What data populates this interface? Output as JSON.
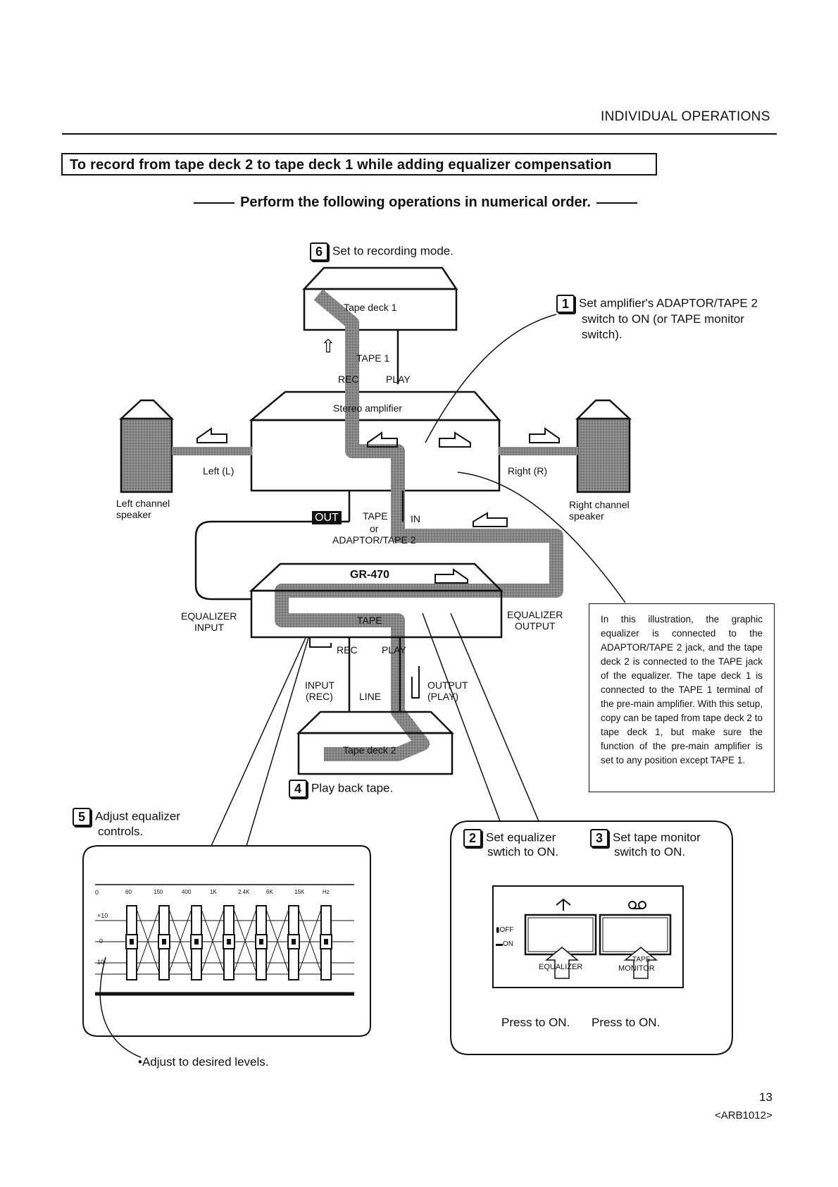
{
  "header": {
    "section": "INDIVIDUAL OPERATIONS"
  },
  "title": "To record from tape deck 2 to tape deck 1 while adding equalizer compensation",
  "subtitle": "Perform the following operations in numerical order.",
  "steps": {
    "s6": {
      "num": "6",
      "text": "Set to recording mode."
    },
    "s1": {
      "num": "1",
      "line1": "Set amplifier's ADAPTOR/TAPE 2",
      "line2": "switch to ON (or TAPE monitor",
      "line3": "switch)."
    },
    "s4": {
      "num": "4",
      "text": "Play back tape."
    },
    "s5": {
      "num": "5",
      "line1": "Adjust equalizer",
      "line2": "controls."
    },
    "s2": {
      "num": "2",
      "line1": "Set equalizer",
      "line2": "swtich to ON."
    },
    "s3": {
      "num": "3",
      "line1": "Set tape monitor",
      "line2": "switch to ON."
    }
  },
  "diagram": {
    "tape_deck_1": "Tape deck 1",
    "tape1": "TAPE 1",
    "rec": "REC",
    "play": "PLAY",
    "stereo_amp": "Stereo amplifier",
    "left_l": "Left (L)",
    "right_r": "Right (R)",
    "left_speaker_1": "Left channel",
    "left_speaker_2": "speaker",
    "right_speaker_1": "Right channel",
    "right_speaker_2": "speaker",
    "out": "OUT",
    "in": "IN",
    "tape": "TAPE",
    "or": "or",
    "adaptor_tape2": "ADAPTOR/TAPE 2",
    "gr470": "GR-470",
    "eq_input_1": "EQUALIZER",
    "eq_input_2": "INPUT",
    "eq_output_1": "EQUALIZER",
    "eq_output_2": "OUTPUT",
    "eq_tape": "TAPE",
    "rec2": "REC",
    "play2": "PLAY",
    "input_rec_1": "INPUT",
    "input_rec_2": "(REC)",
    "line": "LINE",
    "output_play_1": "OUTPUT",
    "output_play_2": "(PLAY)",
    "tape_deck_2": "Tape deck 2"
  },
  "eq_panel": {
    "freqs": [
      "60",
      "150",
      "400",
      "1K",
      "2.4K",
      "6K",
      "15K",
      "Hz"
    ],
    "zero_left": "0",
    "plus10": "+10",
    "zero": "0",
    "minus10": "10",
    "caption": "Adjust to desired levels."
  },
  "switch_panel": {
    "off": "OFF",
    "on": "ON",
    "equalizer": "EQUALIZER",
    "tape_monitor_1": "TAPE",
    "tape_monitor_2": "MONITOR",
    "press1": "Press to ON.",
    "press2": "Press to ON."
  },
  "note": "In this illustration, the graphic equalizer is connected to the ADAPTOR/TAPE 2 jack, and the tape deck 2 is connected to the TAPE jack of the equalizer. The tape deck 1 is connected to the TAPE 1 terminal of the pre-main amplifier. With this setup, copy can be taped from tape deck 2 to tape deck 1, but make sure the function of the pre-main amplifier is set to any position except TAPE 1.",
  "footer": {
    "page": "13",
    "code": "<ARB1012>"
  }
}
